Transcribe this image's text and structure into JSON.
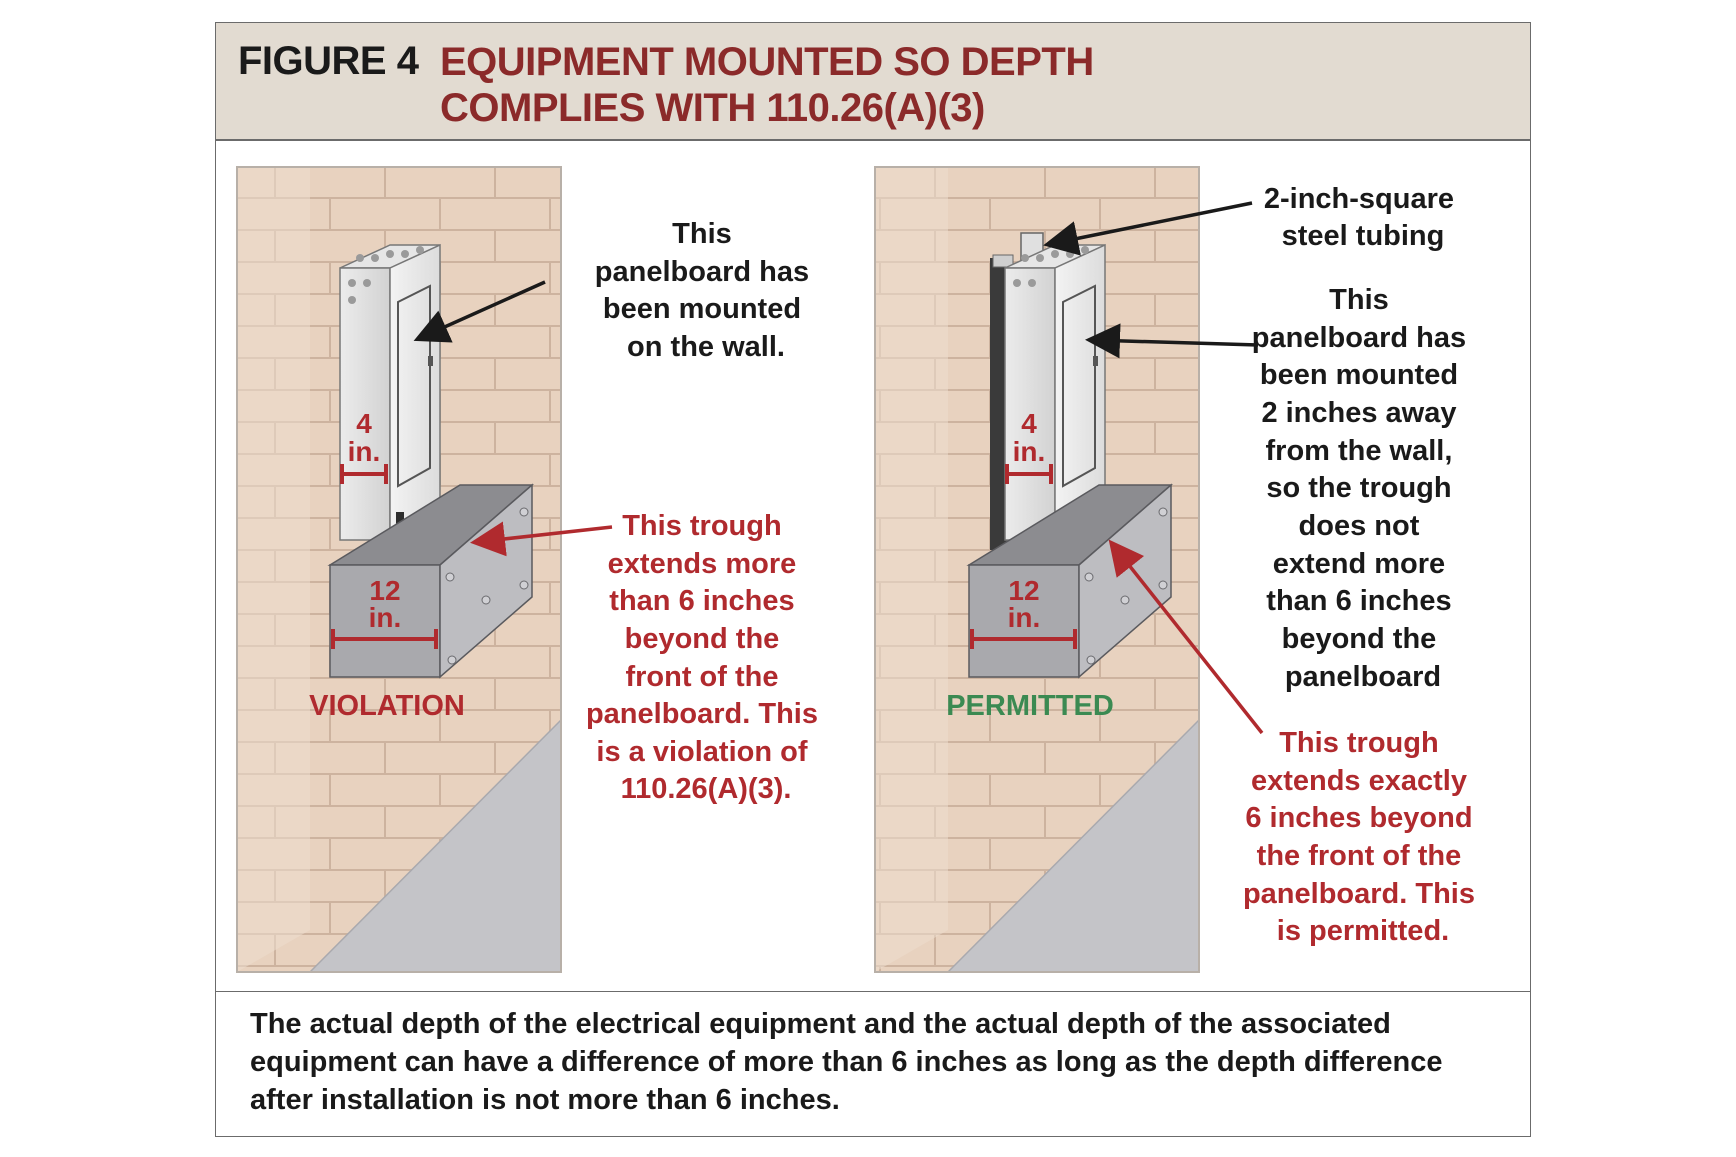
{
  "figure": {
    "label": "FIGURE 4",
    "title_line1": "EQUIPMENT MOUNTED SO DEPTH",
    "title_line2": "COMPLIES WITH 110.26(A)(3)"
  },
  "left_panel": {
    "note_lines": [
      "This",
      "panelboard has",
      "been mounted",
      "on the wall."
    ],
    "panel_depth": [
      "4",
      "in."
    ],
    "trough_depth": [
      "12",
      "in."
    ],
    "status": "VIOLATION",
    "trough_note_lines": [
      "This trough",
      "extends more",
      "than 6 inches",
      "beyond the",
      "front of the",
      "panelboard. This",
      "is a violation of",
      "110.26(A)(3)."
    ]
  },
  "right_panel": {
    "tubing_lines": [
      "2-inch-square",
      "steel tubing"
    ],
    "note_lines": [
      "This",
      "panelboard has",
      "been mounted",
      "2 inches away",
      "from the wall,",
      "so the trough",
      "does not",
      "extend more",
      "than 6 inches",
      "beyond the",
      "panelboard"
    ],
    "panel_depth": [
      "4",
      "in."
    ],
    "trough_depth": [
      "12",
      "in."
    ],
    "status": "PERMITTED",
    "trough_note_lines": [
      "This trough",
      "extends exactly",
      "6 inches beyond",
      "the front of the",
      "panelboard. This",
      "is permitted."
    ]
  },
  "caption": "The actual depth of the electrical equipment and the actual depth of the associated equipment can have a difference of more than 6 inches as long as the depth difference after installation is not more than 6 inches.",
  "colors": {
    "header_bg": "#e2dbd1",
    "title_red": "#8b2a2a",
    "violation_red": "#b02a2e",
    "permitted_green": "#3b8a52",
    "brick": "#e5cdb8",
    "floor": "#c4c4c8"
  }
}
